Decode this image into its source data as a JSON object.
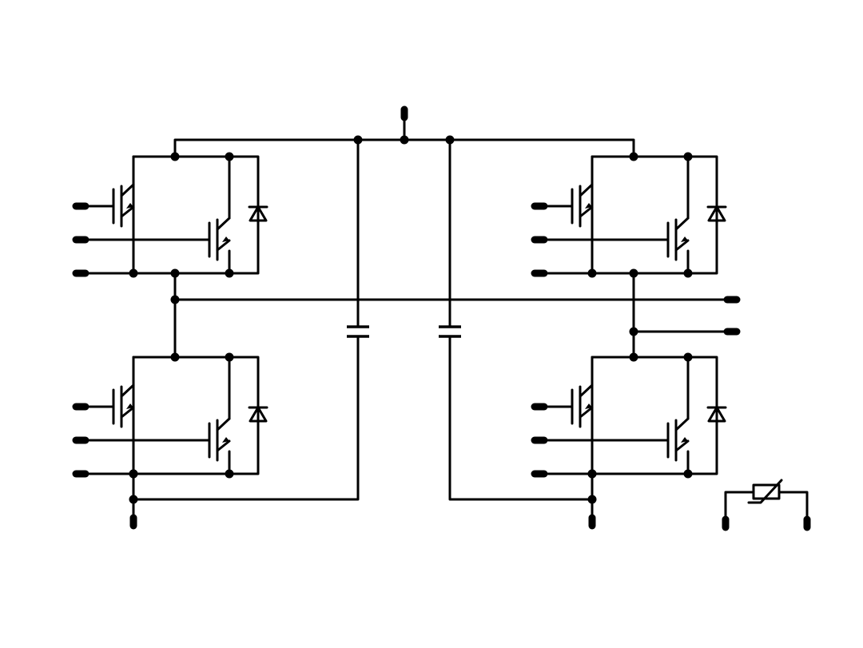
{
  "diagram": {
    "type": "power-module-schematic",
    "description_visible_text": "",
    "colors": {
      "line": "#000000",
      "background": "#ffffff"
    },
    "components": {
      "switch_cells": [
        "top-left",
        "bottom-left",
        "top-right",
        "bottom-right"
      ],
      "switch_cell_contents": [
        "igbt",
        "igbt",
        "diode"
      ],
      "capacitors": 2,
      "thermistor": 1
    },
    "terminals": {
      "dc_plus": 1,
      "dc_minus": 2,
      "ac_outputs": 2,
      "gate_drive_per_cell": 3,
      "thermistor_pins": 2
    }
  }
}
